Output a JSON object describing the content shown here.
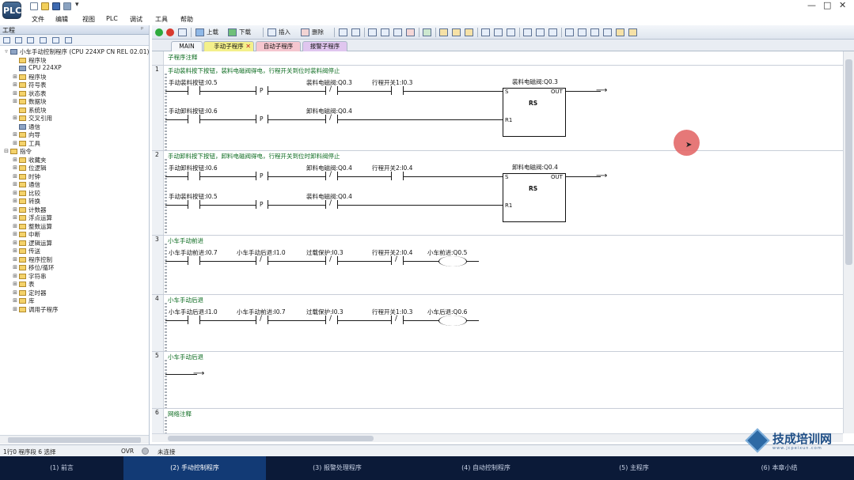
{
  "app": {
    "logo_text": "PLC"
  },
  "window": {
    "min": "—",
    "max": "□",
    "close": "✕",
    "qa_more": "▾"
  },
  "menu": [
    "文件",
    "编辑",
    "视图",
    "PLC",
    "调试",
    "工具",
    "帮助"
  ],
  "left_panel": {
    "title": "工程",
    "pin": "ᵖ",
    "tree": [
      {
        "exp": "▿",
        "label": "小车手动控制程序 (CPU 224XP CN REL 02.01)",
        "icon": "dev",
        "indent": 0
      },
      {
        "exp": "",
        "label": "程序块",
        "icon": "folder",
        "indent": 1
      },
      {
        "exp": "",
        "label": "CPU 224XP",
        "icon": "dev",
        "indent": 1
      },
      {
        "exp": "⊞",
        "label": "程序块",
        "icon": "folder",
        "indent": 1
      },
      {
        "exp": "⊞",
        "label": "符号表",
        "icon": "folder",
        "indent": 1
      },
      {
        "exp": "⊞",
        "label": "状态表",
        "icon": "folder",
        "indent": 1
      },
      {
        "exp": "⊞",
        "label": "数据块",
        "icon": "folder",
        "indent": 1
      },
      {
        "exp": "",
        "label": "系统块",
        "icon": "folder",
        "indent": 1
      },
      {
        "exp": "⊞",
        "label": "交叉引用",
        "icon": "folder",
        "indent": 1
      },
      {
        "exp": "",
        "label": "通信",
        "icon": "dev",
        "indent": 1
      },
      {
        "exp": "⊞",
        "label": "向导",
        "icon": "folder",
        "indent": 1
      },
      {
        "exp": "⊞",
        "label": "工具",
        "icon": "folder",
        "indent": 1
      },
      {
        "exp": "⊟",
        "label": "指令",
        "icon": "folder",
        "indent": 0
      },
      {
        "exp": "⊞",
        "label": "收藏夹",
        "icon": "folder",
        "indent": 1
      },
      {
        "exp": "⊞",
        "label": "位逻辑",
        "icon": "folder",
        "indent": 1
      },
      {
        "exp": "⊞",
        "label": "时钟",
        "icon": "folder",
        "indent": 1
      },
      {
        "exp": "⊞",
        "label": "通信",
        "icon": "folder",
        "indent": 1
      },
      {
        "exp": "⊞",
        "label": "比较",
        "icon": "folder",
        "indent": 1
      },
      {
        "exp": "⊞",
        "label": "转换",
        "icon": "folder",
        "indent": 1
      },
      {
        "exp": "⊞",
        "label": "计数器",
        "icon": "folder",
        "indent": 1
      },
      {
        "exp": "⊞",
        "label": "浮点运算",
        "icon": "folder",
        "indent": 1
      },
      {
        "exp": "⊞",
        "label": "整数运算",
        "icon": "folder",
        "indent": 1
      },
      {
        "exp": "⊞",
        "label": "中断",
        "icon": "folder",
        "indent": 1
      },
      {
        "exp": "⊞",
        "label": "逻辑运算",
        "icon": "folder",
        "indent": 1
      },
      {
        "exp": "⊞",
        "label": "传送",
        "icon": "folder",
        "indent": 1
      },
      {
        "exp": "⊞",
        "label": "程序控制",
        "icon": "folder",
        "indent": 1
      },
      {
        "exp": "⊞",
        "label": "移位/循环",
        "icon": "folder",
        "indent": 1
      },
      {
        "exp": "⊞",
        "label": "字符串",
        "icon": "folder",
        "indent": 1
      },
      {
        "exp": "⊞",
        "label": "表",
        "icon": "folder",
        "indent": 1
      },
      {
        "exp": "⊞",
        "label": "定时器",
        "icon": "folder",
        "indent": 1
      },
      {
        "exp": "⊞",
        "label": "库",
        "icon": "folder",
        "indent": 1
      },
      {
        "exp": "⊞",
        "label": "调用子程序",
        "icon": "folder",
        "indent": 1
      }
    ]
  },
  "toolbar": {
    "upload": "上载",
    "download": "下载",
    "insert": "插入",
    "delete": "删除"
  },
  "tabs": [
    {
      "label": "MAIN",
      "style": "plain"
    },
    {
      "label": "手动子程序",
      "style": "active"
    },
    {
      "label": "自动子程序",
      "style": "pink"
    },
    {
      "label": "报警子程序",
      "style": "purple"
    }
  ],
  "tab_close": "✕",
  "program_comment": "子程序注释",
  "networks": [
    {
      "num": "1",
      "comment": "手动装料按下按钮，装料电磁阀得电，行程开关到位时装料阀停止",
      "rows": [
        {
          "labels": [
            "手动装料按钮:I0.5",
            "",
            "装料电磁阀:Q0.3",
            "行程开关1:I0.3"
          ],
          "types": [
            "NO",
            "P",
            "NC",
            "NO"
          ]
        },
        {
          "labels": [
            "手动卸料按钮:I0.6",
            "",
            "卸料电磁阀:Q0.4",
            ""
          ],
          "types": [
            "NO",
            "P",
            "NC",
            ""
          ]
        }
      ],
      "box": {
        "name": "装料电磁阀:Q0.3",
        "type": "RS",
        "pin_s": "S",
        "pin_r": "R1",
        "pin_out": "OUT"
      }
    },
    {
      "num": "2",
      "comment": "手动卸料按下按钮，卸料电磁阀得电，行程开关到位时卸料阀停止",
      "rows": [
        {
          "labels": [
            "手动卸料按钮:I0.6",
            "",
            "卸料电磁阀:Q0.4",
            "行程开关2:I0.4"
          ],
          "types": [
            "NO",
            "P",
            "NC",
            "NO"
          ]
        },
        {
          "labels": [
            "手动装料按钮:I0.5",
            "",
            "装料电磁阀:Q0.4",
            ""
          ],
          "types": [
            "NO",
            "P",
            "NC",
            ""
          ]
        }
      ],
      "box": {
        "name": "卸料电磁阀:Q0.4",
        "type": "RS",
        "pin_s": "S",
        "pin_r": "R1",
        "pin_out": "OUT"
      }
    },
    {
      "num": "3",
      "comment": "小车手动前进",
      "rows": [
        {
          "labels": [
            "小车手动前进:I0.7",
            "小车手动后退:I1.0",
            "过载保护:I0.3",
            "行程开关2:I0.4",
            "小车前进:Q0.5"
          ],
          "types": [
            "NO",
            "NC",
            "NC",
            "NC",
            "COIL"
          ]
        }
      ]
    },
    {
      "num": "4",
      "comment": "小车手动后退",
      "rows": [
        {
          "labels": [
            "小车手动后退:I1.0",
            "小车手动前进:I0.7",
            "过载保护:I0.3",
            "行程开关1:I0.3",
            "小车后退:Q0.6"
          ],
          "types": [
            "NO",
            "NC",
            "NC",
            "NC",
            "COIL"
          ]
        }
      ]
    },
    {
      "num": "5",
      "comment": "小车手动后退"
    },
    {
      "num": "6",
      "comment": "网络注释"
    }
  ],
  "status": {
    "rung": "1行0 程序段 6 选择",
    "ovr": "OVR",
    "conn": "未连接"
  },
  "chapters": [
    {
      "label": "(1) 前言",
      "active": false
    },
    {
      "label": "(2) 手动控制程序",
      "active": true
    },
    {
      "label": "(3) 报警处理程序",
      "active": false
    },
    {
      "label": "(4) 自动控制程序",
      "active": false
    },
    {
      "label": "(5) 主程序",
      "active": false
    },
    {
      "label": "(6) 本章小结",
      "active": false
    }
  ],
  "watermark": {
    "title": "技成培训网",
    "sub": "www.jcpeixun.com"
  },
  "colors": {
    "comment": "#0b6b1f",
    "chapter_bg": "#0b1a38",
    "chapter_active": "#123a75",
    "cursor": "#e36969"
  }
}
